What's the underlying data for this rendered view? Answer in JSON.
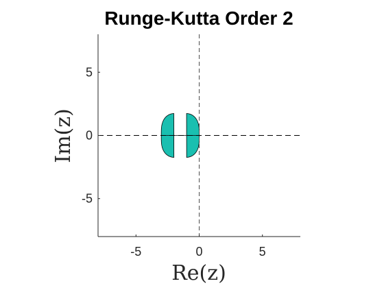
{
  "chart_data": {
    "type": "area",
    "title": "Runge-Kutta Order 2",
    "xlabel": "Re(z)",
    "ylabel": "Im(z)",
    "xlim": [
      -8,
      8
    ],
    "ylim": [
      -8,
      8
    ],
    "x_ticks": [
      -5,
      0,
      5
    ],
    "y_ticks": [
      5,
      0,
      -5
    ],
    "x_tick_labels": [
      "-5",
      "0",
      "5"
    ],
    "y_tick_labels": [
      "5",
      "0",
      "-5"
    ],
    "grid": false,
    "reference_lines": [
      {
        "orientation": "vertical",
        "value": 0,
        "style": "dashed"
      },
      {
        "orientation": "horizontal",
        "value": 0,
        "style": "dashed"
      }
    ],
    "region": {
      "description": "stability region where |1 + z + z^2/2| <= 1",
      "center": [
        -1,
        0
      ],
      "real_range": [
        -2,
        0
      ],
      "imag_range": [
        -1.73,
        1.73
      ],
      "fill_color": "#1abfb0",
      "edge_color": "#000000"
    }
  }
}
